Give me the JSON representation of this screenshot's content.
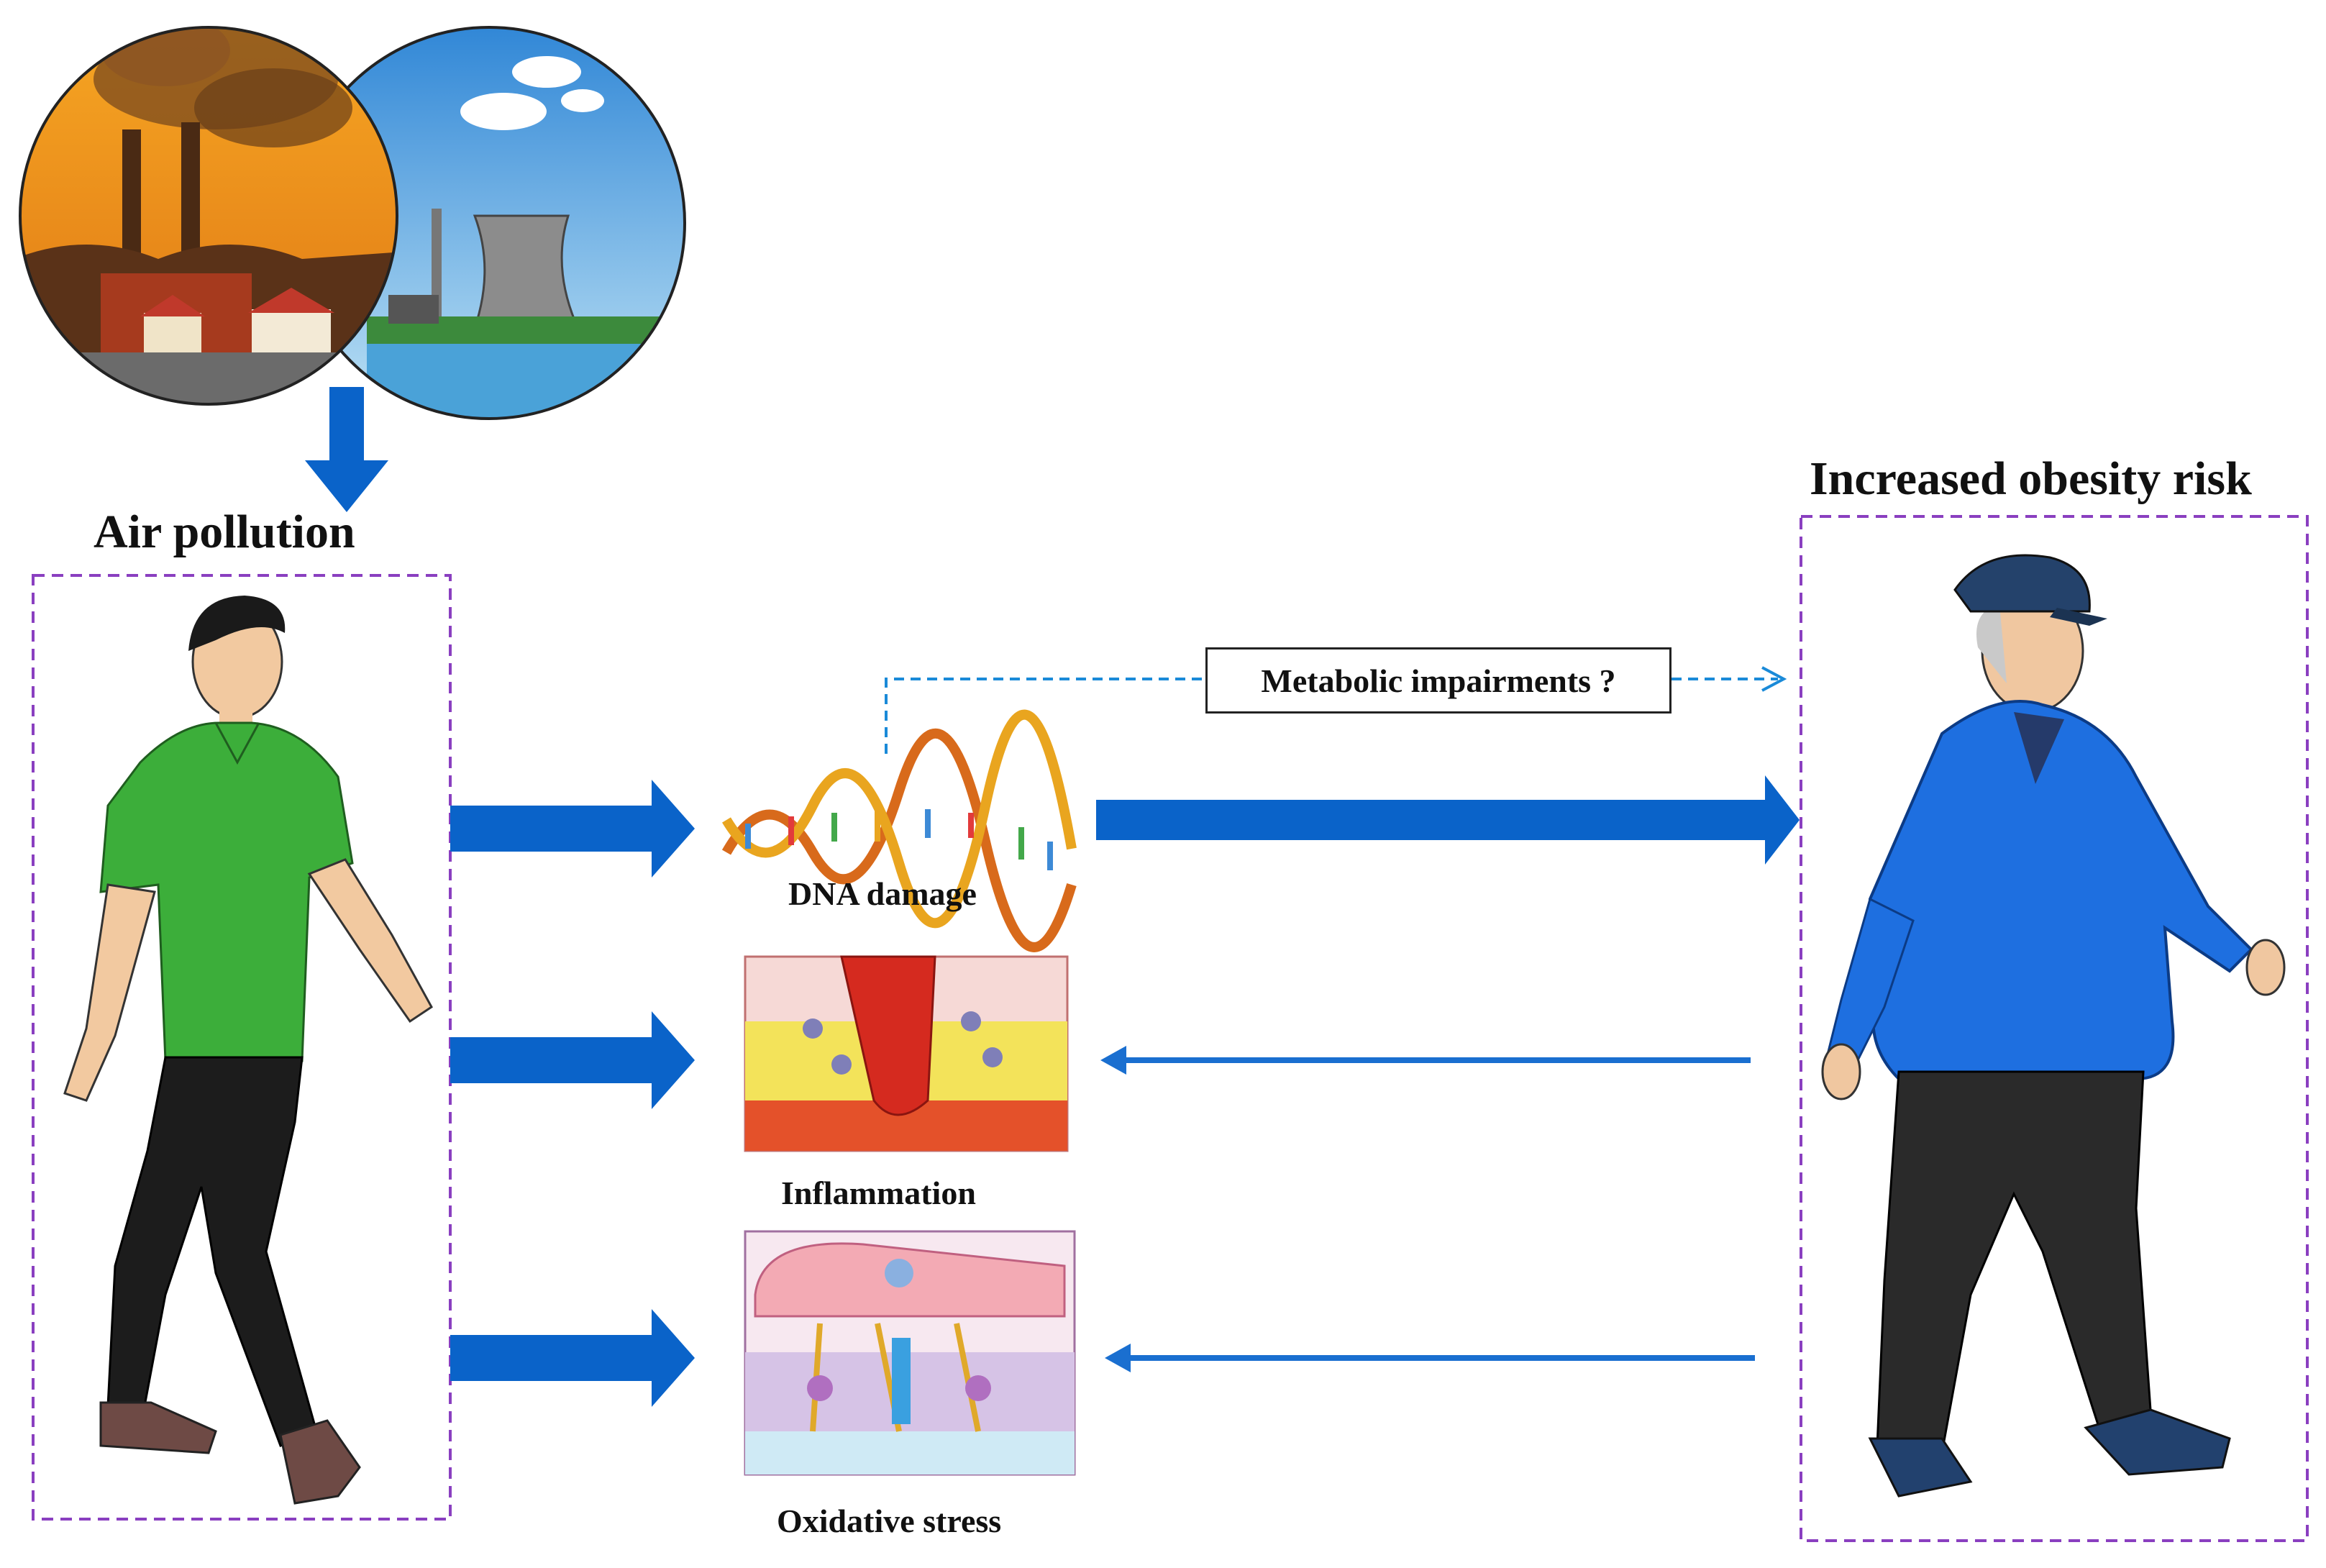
{
  "diagram": {
    "source_title": "Air pollution",
    "outcome_title": "Increased obesity risk",
    "mediator_box": "Metabolic impairments ?",
    "mechanisms": [
      {
        "label": "DNA damage"
      },
      {
        "label": "Inflammation"
      },
      {
        "label": "Oxidative stress"
      }
    ],
    "colors": {
      "arrow_blue": "#0a63c9",
      "thin_arrow_blue": "#1a6fd0",
      "dashed_blue": "#1a8ad8",
      "dashed_box_purple": "#8a3fc0",
      "shirt_green": "#3cae3a",
      "jacket_blue": "#1e6fe0"
    },
    "icons": {
      "source": "factory-and-power-plant-icon",
      "person_left": "walking-young-man-icon",
      "person_right": "walking-older-man-icon",
      "dna": "dna-helix-icon",
      "inflammation": "inflamed-tissue-icon",
      "oxidative": "cell-layer-icon"
    }
  }
}
